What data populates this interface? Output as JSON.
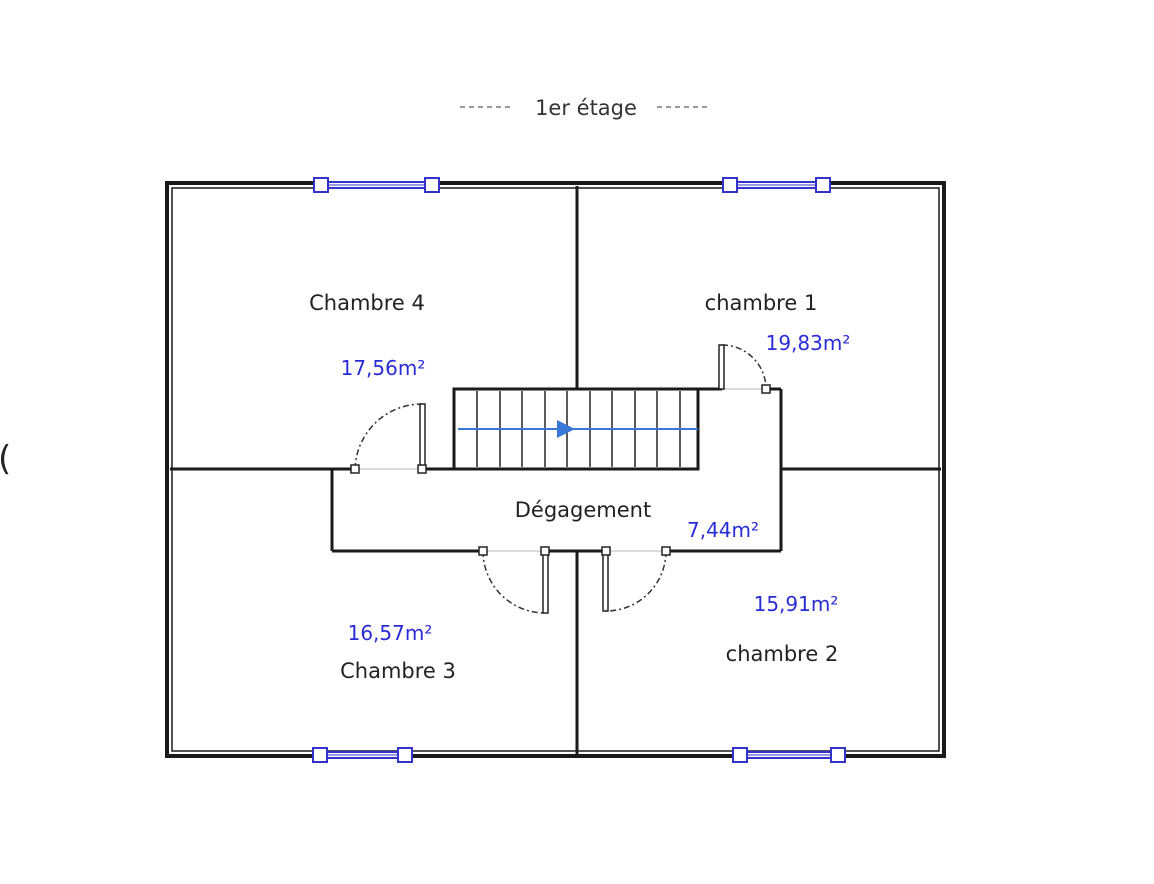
{
  "plan": {
    "floor_title": "1er étage",
    "colors": {
      "wall": "#1a1a1a",
      "area": "#2b2bd6",
      "window": "#3333cc",
      "stair_arrow": "#3a78d8",
      "title_dash": "#9a9a9a"
    },
    "rooms": [
      {
        "id": "chambre-4",
        "name": "Chambre 4",
        "area": "17,56m²"
      },
      {
        "id": "chambre-1",
        "name": "chambre 1",
        "area": "19,83m²"
      },
      {
        "id": "degagement",
        "name": "Dégagement",
        "area": "7,44m²"
      },
      {
        "id": "chambre-3",
        "name": "Chambre 3",
        "area": "16,57m²"
      },
      {
        "id": "chambre-2",
        "name": "chambre 2",
        "area": "15,91m²"
      }
    ],
    "left_edge_glyph": "("
  }
}
